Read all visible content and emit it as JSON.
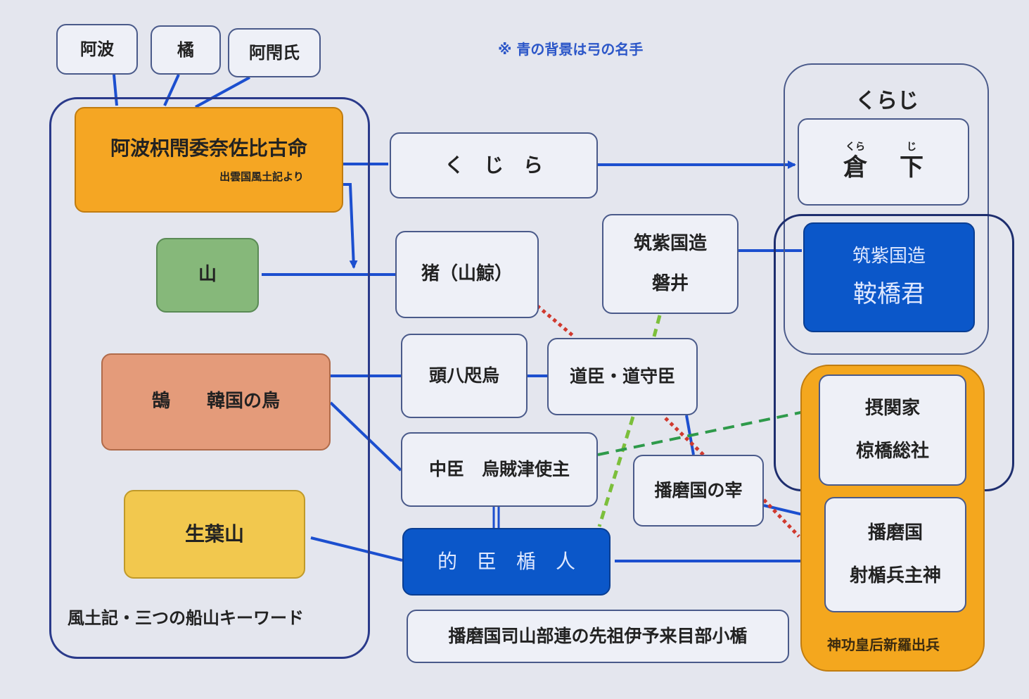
{
  "note": "※ 青の背景は弓の名手",
  "top_clans": [
    "阿波",
    "橘",
    "阿閇氏"
  ],
  "left_group": {
    "main": {
      "title": "阿波枳閇委奈佐比古命",
      "source": "出雲国風土記より"
    },
    "yama": "山",
    "bird": "鵠　　韓国の鳥",
    "ikuha": "生葉山",
    "caption": "風土記・三つの船山キーワード"
  },
  "center": {
    "kujira": "く　じ　ら",
    "inoshishi": "猪（山鯨）",
    "tsukushi": {
      "line1": "筑紫国造",
      "line2": "磐井"
    },
    "zuhatta": "頭八咫烏",
    "michiomi": "道臣・道守臣",
    "nakaomi": "中臣　烏賊津使主",
    "harima_mikotomochi": "播磨国の宰",
    "mato": "的　臣　楯　人",
    "bottom": "播磨国司山部連の先祖伊予来目部小楯"
  },
  "right": {
    "kuraji_title": "くらじ",
    "kuraji_ruby1": "くら",
    "kuraji_ruby2": "じ",
    "kuraji_kanji1": "倉",
    "kuraji_kanji2": "下",
    "tsukushi_blue": {
      "line1": "筑紫国造",
      "line2": "鞍橋君"
    },
    "sekkan": {
      "line1": "摂関家",
      "line2": "椋橋総社"
    },
    "harima": {
      "line1": "播磨国",
      "line2": "射楯兵主神"
    },
    "jingu_caption": "神功皇后新羅出兵"
  },
  "colors": {
    "main_orange": "#f5a623",
    "green": "#86b87a",
    "salmon": "#e49b7a",
    "yellow": "#f2c84e",
    "blue": "#0b57c9",
    "line_blue": "#1c4fcf",
    "red_dot": "#d0392e",
    "green_dash": "#7cbf3b",
    "navy": "#2a3a8a",
    "jingu_orange": "#f4a71e"
  }
}
